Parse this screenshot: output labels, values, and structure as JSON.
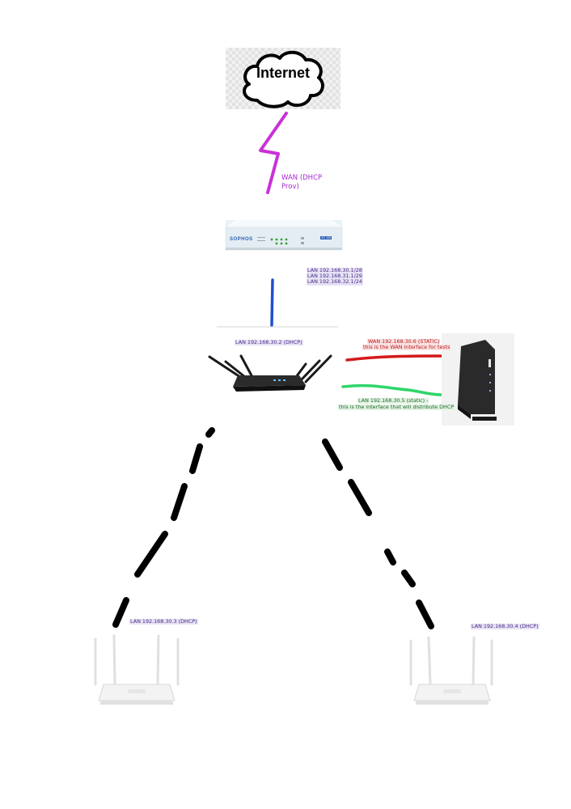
{
  "internet": {
    "label": "Internet"
  },
  "wan_link": {
    "label": "WAN (DHCP Prov)"
  },
  "firewall": {
    "brand": "SOPHOS",
    "model": "XG 105",
    "lan_lines": [
      "LAN 192.168.30.1/28",
      "LAN 192.168.31.1/29",
      "LAN 192.168.32.1/24"
    ]
  },
  "main_router": {
    "label": "LAN 192.168.30.2 (DHCP)"
  },
  "test_router": {
    "wan_label": "WAN 192.168.30.6 (STATIC)",
    "wan_note": "this is the WAN interface for tests",
    "lan_label": "LAN 192.168.30.5 (static) -",
    "lan_note": "this is the interface that will distribute DHCP"
  },
  "ap_left": {
    "label": "LAN 192.168.30.3 (DHCP)"
  },
  "ap_right": {
    "label": "LAN 192.168.30.4 (DHCP)"
  },
  "colors": {
    "wan": "#c832d8",
    "lan": "#1f4fd0",
    "wan_test": "#d41a1a",
    "lan_test": "#2fd66a"
  }
}
